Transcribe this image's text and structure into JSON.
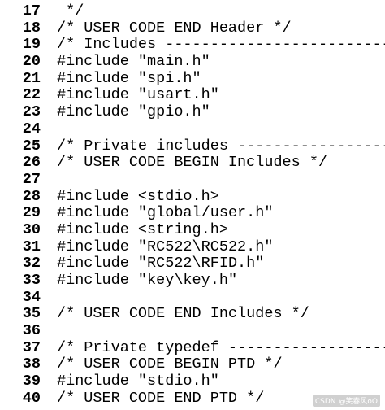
{
  "editor": {
    "lines": [
      {
        "num": "17",
        "parts": [
          {
            "t": " */",
            "c": "comment"
          }
        ],
        "fold": "end"
      },
      {
        "num": "18",
        "parts": [
          {
            "t": "/* USER CODE END Header */",
            "c": "comment"
          }
        ],
        "fold": ""
      },
      {
        "num": "19",
        "parts": [
          {
            "t": "/* Includes -------------------------",
            "c": "comment"
          }
        ],
        "fold": ""
      },
      {
        "num": "20",
        "parts": [
          {
            "t": "#include ",
            "c": "directive"
          },
          {
            "t": "\"main.h\"",
            "c": "string"
          }
        ],
        "fold": ""
      },
      {
        "num": "21",
        "parts": [
          {
            "t": "#include ",
            "c": "directive"
          },
          {
            "t": "\"spi.h\"",
            "c": "string"
          }
        ],
        "fold": ""
      },
      {
        "num": "22",
        "parts": [
          {
            "t": "#include ",
            "c": "directive"
          },
          {
            "t": "\"usart.h\"",
            "c": "string"
          }
        ],
        "fold": ""
      },
      {
        "num": "23",
        "parts": [
          {
            "t": "#include ",
            "c": "directive"
          },
          {
            "t": "\"gpio.h\"",
            "c": "string"
          }
        ],
        "fold": ""
      },
      {
        "num": "24",
        "parts": [],
        "fold": ""
      },
      {
        "num": "25",
        "parts": [
          {
            "t": "/* Private includes -----------------",
            "c": "comment"
          }
        ],
        "fold": ""
      },
      {
        "num": "26",
        "parts": [
          {
            "t": "/* USER CODE BEGIN Includes */",
            "c": "comment"
          }
        ],
        "fold": ""
      },
      {
        "num": "27",
        "parts": [],
        "fold": ""
      },
      {
        "num": "28",
        "parts": [
          {
            "t": "#include ",
            "c": "directive"
          },
          {
            "t": "<stdio.h>",
            "c": "string"
          }
        ],
        "fold": ""
      },
      {
        "num": "29",
        "parts": [
          {
            "t": "#include ",
            "c": "directive"
          },
          {
            "t": "\"global/user.h\"",
            "c": "string"
          }
        ],
        "fold": ""
      },
      {
        "num": "30",
        "parts": [
          {
            "t": "#include ",
            "c": "directive"
          },
          {
            "t": "<string.h>",
            "c": "string"
          }
        ],
        "fold": ""
      },
      {
        "num": "31",
        "parts": [
          {
            "t": "#include ",
            "c": "directive"
          },
          {
            "t": "\"RC522\\RC522.h\"",
            "c": "string"
          }
        ],
        "fold": ""
      },
      {
        "num": "32",
        "parts": [
          {
            "t": "#include ",
            "c": "directive"
          },
          {
            "t": "\"RC522\\RFID.h\"",
            "c": "string"
          }
        ],
        "fold": ""
      },
      {
        "num": "33",
        "parts": [
          {
            "t": "#include ",
            "c": "directive"
          },
          {
            "t": "\"key\\key.h\"",
            "c": "string"
          }
        ],
        "fold": ""
      },
      {
        "num": "34",
        "parts": [],
        "fold": ""
      },
      {
        "num": "35",
        "parts": [
          {
            "t": "/* USER CODE END Includes */",
            "c": "comment"
          }
        ],
        "fold": ""
      },
      {
        "num": "36",
        "parts": [],
        "fold": ""
      },
      {
        "num": "37",
        "parts": [
          {
            "t": "/* Private typedef ------------------",
            "c": "comment"
          }
        ],
        "fold": ""
      },
      {
        "num": "38",
        "parts": [
          {
            "t": "/* USER CODE BEGIN PTD */",
            "c": "comment"
          }
        ],
        "fold": ""
      },
      {
        "num": "39",
        "parts": [
          {
            "t": "#include ",
            "c": "directive"
          },
          {
            "t": "\"stdio.h\"",
            "c": "string"
          }
        ],
        "fold": ""
      },
      {
        "num": "40",
        "parts": [
          {
            "t": "/* USER CODE END PTD */",
            "c": "comment"
          }
        ],
        "fold": ""
      }
    ]
  },
  "watermark": "CSDN @笑春风oO",
  "colors": {
    "comment": "#008000",
    "directive": "#800080",
    "string": "#808000",
    "line_number": "#000000",
    "background": "#ffffff"
  }
}
